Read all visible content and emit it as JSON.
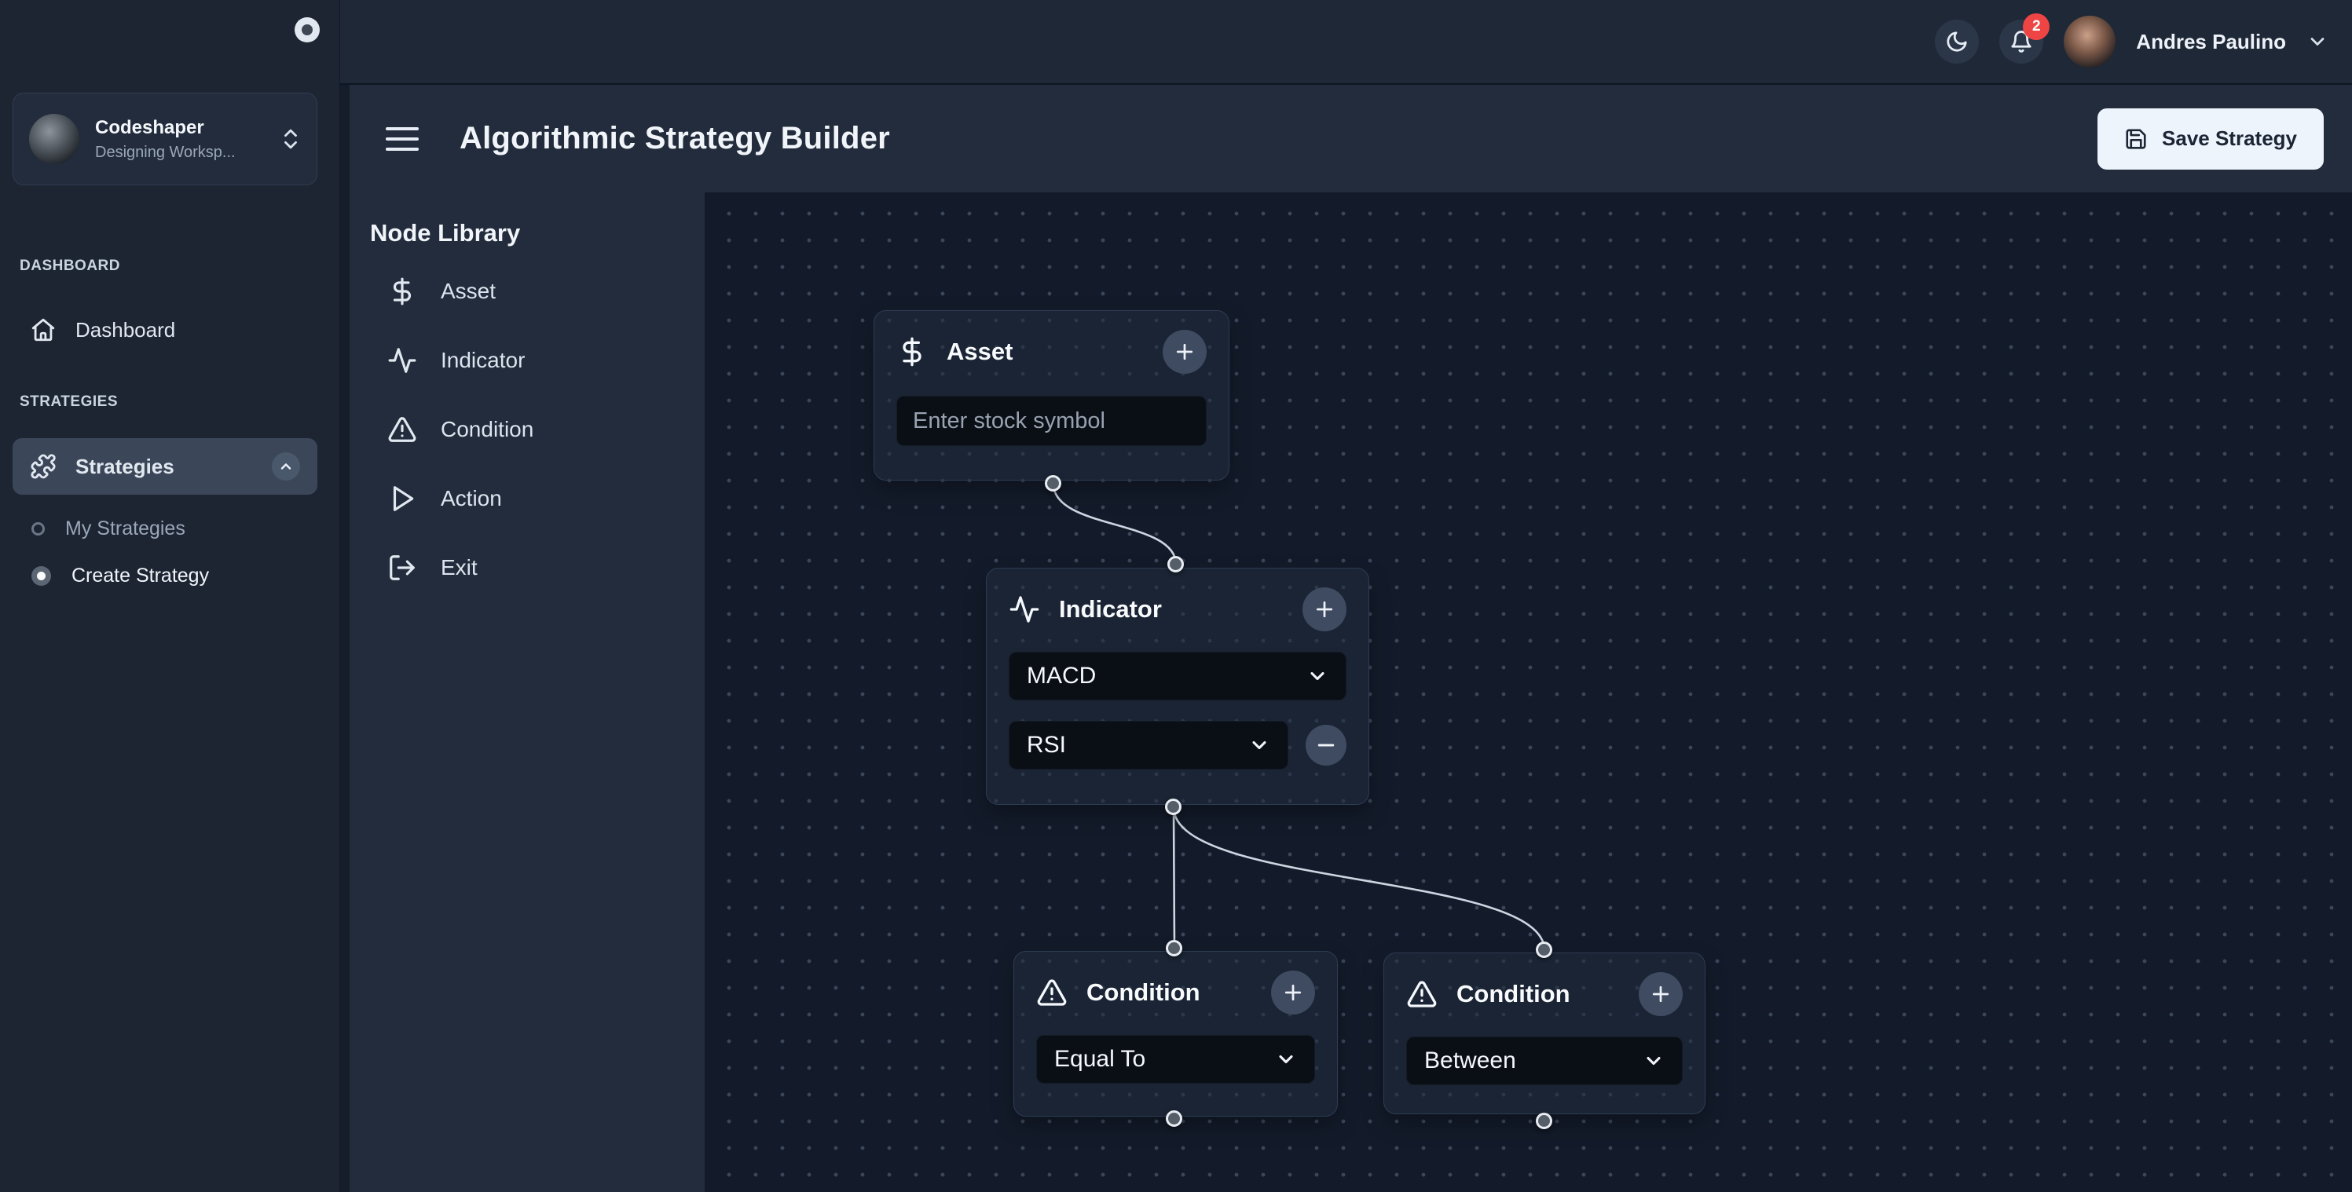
{
  "topbar": {
    "user_name": "Andres Paulino",
    "notification_count": "2",
    "icons": [
      "moon-icon",
      "bell-icon",
      "chevron-down-icon"
    ]
  },
  "sidebar": {
    "workspace": {
      "name": "Codeshaper",
      "subtitle": "Designing Worksp..."
    },
    "section_dashboard": "DASHBOARD",
    "dashboard_label": "Dashboard",
    "section_strategies": "STRATEGIES",
    "strategies_label": "Strategies",
    "sub_items": [
      {
        "label": "My Strategies"
      },
      {
        "label": "Create Strategy"
      }
    ]
  },
  "header": {
    "title": "Algorithmic Strategy Builder",
    "save_label": "Save Strategy",
    "save_icon": "save-icon"
  },
  "library": {
    "title": "Node Library",
    "items": [
      {
        "label": "Asset",
        "icon": "dollar-icon"
      },
      {
        "label": "Indicator",
        "icon": "activity-icon"
      },
      {
        "label": "Condition",
        "icon": "alert-triangle-icon"
      },
      {
        "label": "Action",
        "icon": "play-icon"
      },
      {
        "label": "Exit",
        "icon": "log-out-icon"
      }
    ]
  },
  "canvas": {
    "asset_node": {
      "title": "Asset",
      "placeholder": "Enter stock symbol"
    },
    "indicator_node": {
      "title": "Indicator",
      "select_primary": "MACD",
      "select_secondary": "RSI"
    },
    "condition_left": {
      "title": "Condition",
      "select": "Equal To"
    },
    "condition_right": {
      "title": "Condition",
      "select": "Between"
    }
  },
  "colors": {
    "topbar_bg": "#1f2836",
    "sidebar_bg": "#1d2533",
    "panel_bg": "#222c3c",
    "canvas_bg": "#131b2a",
    "badge_red": "#ef4444",
    "edge": "#ccd5e0",
    "selected_pill": "#3b4759",
    "save_button_bg": "#eef4fb"
  }
}
